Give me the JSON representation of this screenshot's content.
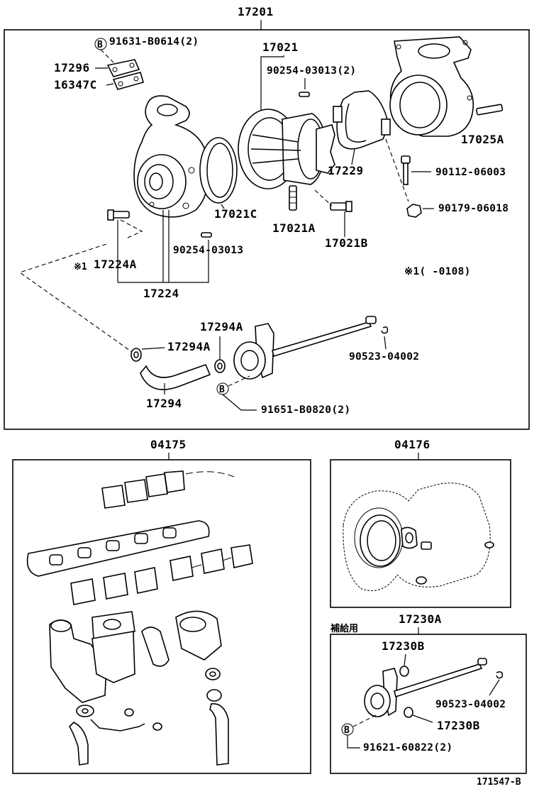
{
  "main": {
    "top_label": "17201",
    "labels": {
      "p91631": "91631-B0614(2)",
      "p17296": "17296",
      "p16347c": "16347C",
      "p17021": "17021",
      "p90254_2": "90254-03013(2)",
      "p17025a": "17025A",
      "p17229": "17229",
      "p90112": "90112-06003",
      "p90179": "90179-06018",
      "p17021c": "17021C",
      "p17021a": "17021A",
      "p17021b": "17021B",
      "p90254": "90254-03013",
      "p17224a": "17224A",
      "p17224": "17224",
      "note_mark": "※1",
      "note_text": "※1(     -0108)",
      "p17294a_top": "17294A",
      "p17294a": "17294A",
      "p17294": "17294",
      "p90523": "90523-04002",
      "p91651": "91651-B0820(2)"
    },
    "bolt_mark": "B"
  },
  "kit_04175": {
    "label": "04175"
  },
  "kit_04176": {
    "label": "04176"
  },
  "kit_17230a": {
    "supply_note": "補給用",
    "label": "17230A",
    "labels": {
      "p17230b_top": "17230B",
      "p90523": "90523-04002",
      "p17230b": "17230B",
      "p91621": "91621-60822(2)"
    },
    "bolt_mark": "B"
  },
  "footer": {
    "diagram_code": "171547-B"
  }
}
